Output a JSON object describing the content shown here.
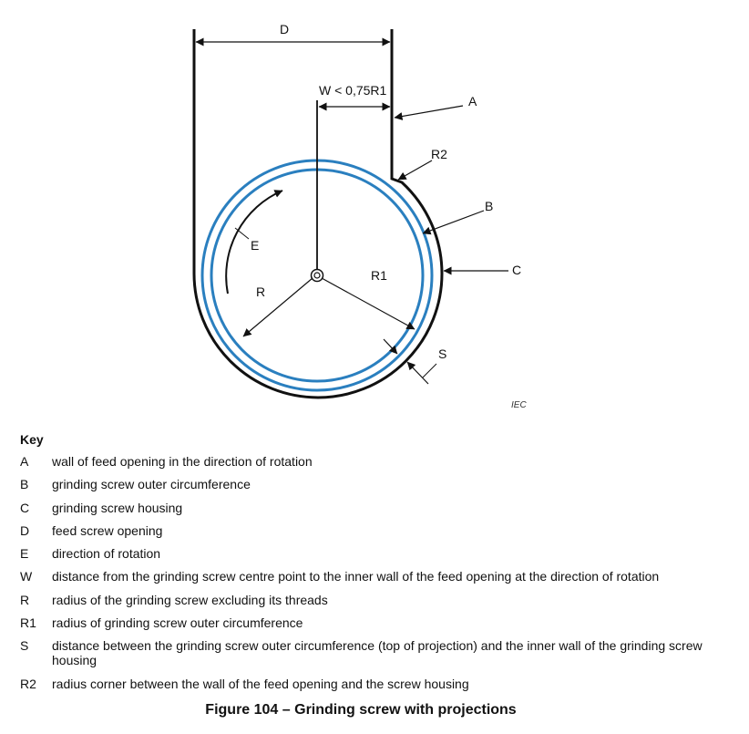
{
  "diagram": {
    "labels": {
      "D": "D",
      "W": "W < 0,75R1",
      "A": "A",
      "R2": "R2",
      "B": "B",
      "C": "C",
      "E": "E",
      "R": "R",
      "R1": "R1",
      "S": "S"
    },
    "iec_mark": "IEC",
    "colors": {
      "line": "#111111",
      "screw": "#2a7fbf"
    }
  },
  "key": {
    "heading": "Key",
    "items": [
      {
        "letter": "A",
        "text": "wall of feed opening in the direction of rotation"
      },
      {
        "letter": "B",
        "text": "grinding screw outer circumference"
      },
      {
        "letter": "C",
        "text": "grinding screw housing"
      },
      {
        "letter": "D",
        "text": "feed screw opening"
      },
      {
        "letter": "E",
        "text": "direction of rotation"
      },
      {
        "letter": "W",
        "text": "distance from the grinding screw centre point to the inner wall of the feed opening at the direction of rotation"
      },
      {
        "letter": "R",
        "text": "radius of the grinding screw excluding its threads"
      },
      {
        "letter": "R1",
        "text": "radius of grinding screw outer circumference"
      },
      {
        "letter": "S",
        "text": "distance between the grinding screw outer circumference (top of projection) and the inner wall of the grinding screw housing"
      },
      {
        "letter": "R2",
        "text": "radius corner between the wall of the feed opening and the screw housing"
      }
    ]
  },
  "caption": "Figure 104 – Grinding screw with projections"
}
